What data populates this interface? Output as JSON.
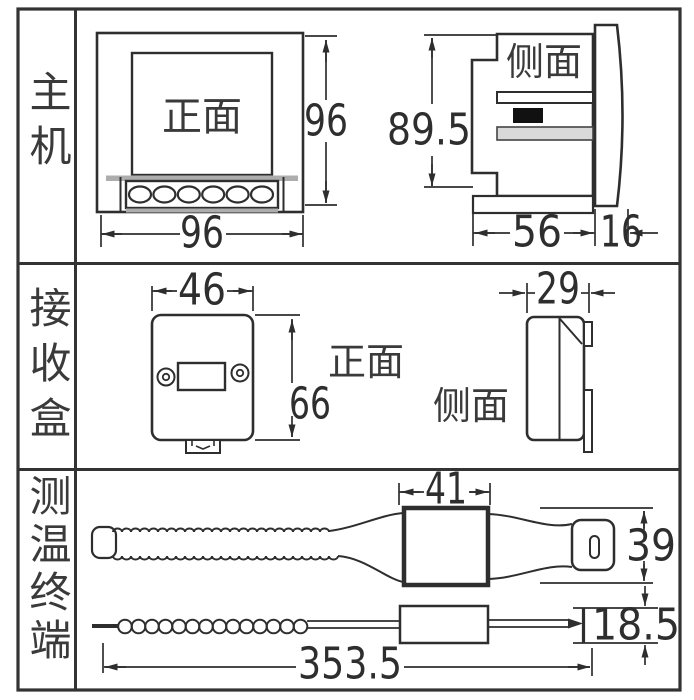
{
  "page": {
    "background": "#ffffff",
    "line_color": "#2e2e2e"
  },
  "rows": [
    {
      "label": "主机"
    },
    {
      "label": "接收盒"
    },
    {
      "label": "测温终端"
    }
  ],
  "main_unit": {
    "front_label": "正面",
    "side_label": "侧面",
    "front_width": "96",
    "front_height": "96",
    "side_height": "89.5",
    "side_depth": "56",
    "bezel_depth": "16"
  },
  "receiver_box": {
    "front_label": "正面",
    "side_label": "侧面",
    "front_width": "46",
    "front_height": "66",
    "side_width": "29"
  },
  "probe_terminal": {
    "body_width": "41",
    "head_height": "39",
    "thickness": "18.5",
    "total_length": "353.5"
  }
}
